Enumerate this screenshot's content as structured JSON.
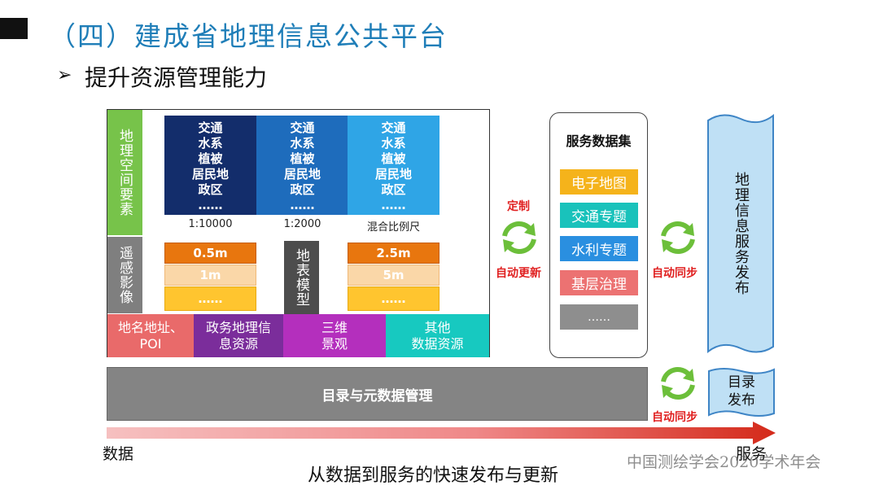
{
  "header": {
    "title": "（四）建成省地理信息公共平台",
    "bullet": "➢",
    "subtitle": "提升资源管理能力"
  },
  "panel": {
    "labels": {
      "geo_elements": "地理空间要素",
      "remote_sensing": "遥感影像",
      "terrain": "地表模型"
    },
    "scales": [
      {
        "items": [
          "交通",
          "水系",
          "植被",
          "居民地",
          "政区",
          "……"
        ],
        "label": "1:10000",
        "color": "#132d6b"
      },
      {
        "items": [
          "交通",
          "水系",
          "植被",
          "居民地",
          "政区",
          "……"
        ],
        "label": "1:2000",
        "color": "#1e6cbc"
      },
      {
        "items": [
          "交通",
          "水系",
          "植被",
          "居民地",
          "政区",
          "……"
        ],
        "label": "混合比例尺",
        "color": "#2fa5e6"
      }
    ],
    "rs_stack": [
      "0.5m",
      "1m",
      "……"
    ],
    "terrain_stack": [
      "2.5m",
      "5m",
      "……"
    ],
    "sources": [
      {
        "line1": "地名地址、",
        "line2": "POI"
      },
      {
        "line1": "政务地理信",
        "line2": "息资源"
      },
      {
        "line1": "三维",
        "line2": "景观"
      },
      {
        "line1": "其他",
        "line2": "数据资源"
      }
    ]
  },
  "catalog_bar": "目录与元数据管理",
  "dataset": {
    "title": "服务数据集",
    "items": [
      {
        "label": "电子地图",
        "color": "#f5b31b"
      },
      {
        "label": "交通专题",
        "color": "#19c2bb"
      },
      {
        "label": "水利专题",
        "color": "#2a8fe0"
      },
      {
        "label": "基层治理",
        "color": "#ec7272"
      },
      {
        "label": "……",
        "color": "#8e8e8e"
      }
    ]
  },
  "sync": {
    "custom_label": "定制",
    "auto_update": "自动更新",
    "auto_sync_1": "自动同步",
    "auto_sync_2": "自动同步",
    "icon": "cycle-arrows-icon"
  },
  "publish": {
    "service_publish": "地理信息服务发布",
    "catalog_publish_1": "目录",
    "catalog_publish_2": "发布"
  },
  "flow": {
    "start": "数据",
    "end": "服务",
    "caption": "从数据到服务的快速发布与更新"
  },
  "watermark": "中国测绘学会2020学术年会",
  "colors": {
    "title": "#1f7eb8",
    "accent_red": "#e02020",
    "publish_fill": "#bfe0f5",
    "publish_stroke": "#3e85c6"
  }
}
